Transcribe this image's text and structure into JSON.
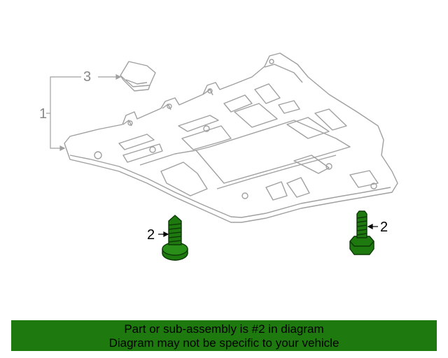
{
  "callouts": {
    "assembly": "1",
    "bolt_left": "2",
    "bolt_right": "2",
    "clip": "3"
  },
  "banner": {
    "line1": "Part or sub-assembly is #2 in diagram",
    "line2": "Diagram may not be specific to your vehicle"
  },
  "colors": {
    "outline": "#a0a0a0",
    "highlight_part": "#1e7a0f",
    "highlight_stroke": "#0d3a07",
    "banner_background": "#1e7a0f"
  },
  "icons": {
    "highlighted_part": "bolt-icon"
  }
}
